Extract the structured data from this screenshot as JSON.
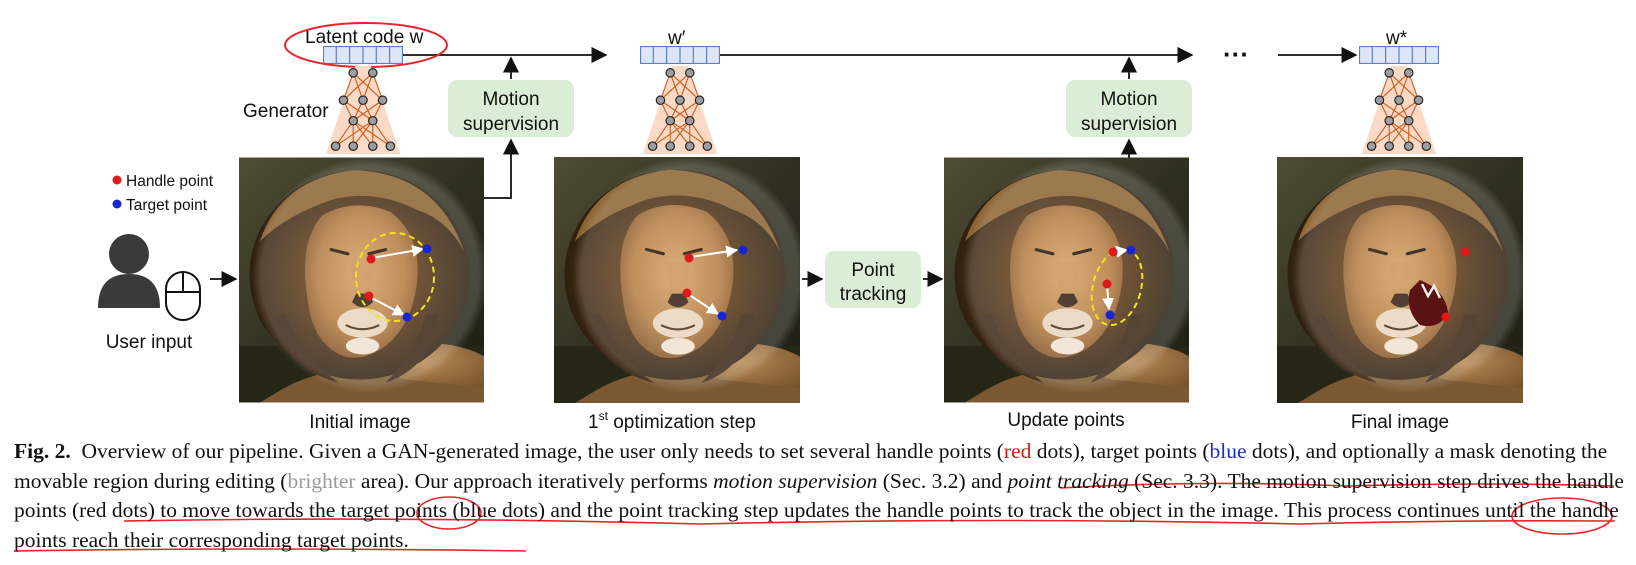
{
  "diagram": {
    "latent_label": "Latent code w",
    "w_prime_label": "w′",
    "w_star_label": "w*",
    "ellipsis": "···",
    "generator_label": "Generator",
    "motion_supervision_line1": "Motion",
    "motion_supervision_line2": "supervision",
    "point_tracking_line1": "Point",
    "point_tracking_line2": "tracking",
    "legend_handle": "Handle point",
    "legend_target": "Target point",
    "user_input_label": "User input",
    "image_labels": {
      "initial": "Initial image",
      "step_num": "1",
      "step_sup": "st",
      "step_rest": " optimization step",
      "update": "Update points",
      "final": "Final image"
    },
    "colors": {
      "handle": "#e0191c",
      "target": "#1726d4",
      "box_fill": "#dcedd5",
      "latent_fill": "#dce6f7",
      "latent_stroke": "#5b7fc7",
      "generator_fill": "#f9d9c8",
      "mask": "#f2e41a",
      "annotation": "#e8242c"
    }
  },
  "caption": {
    "fig_label": "Fig. 2.",
    "p1": "Overview of our pipeline. Given a GAN-generated image, the user only needs to set several handle points (",
    "red_word": "red",
    "p2": " dots), target points (",
    "blue_word": "blue",
    "p3": " dots), and optionally a mask denoting the movable region during editing (",
    "gray_word": "brighter",
    "p4": " area). Our approach iteratively ",
    "p5": "performs ",
    "ms_italic": "motion supervision",
    "p6": " (Sec. 3.2) and ",
    "pt_italic": "point tracking",
    "p7": " (Sec. 3.3). ",
    "s2": "The motion supervision step drives the handle points (red dots) to move towards the target points (blue dots) and the point tracking step updates the handle points to track the object in the image",
    "p8": ". This process continues until the handle points reach their corresponding target points."
  }
}
